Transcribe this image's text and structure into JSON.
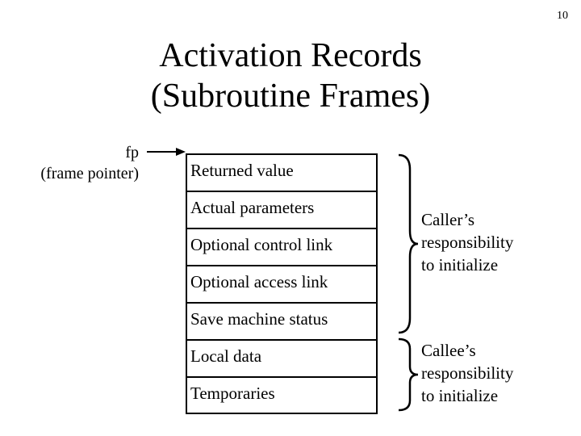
{
  "page_number": "10",
  "title": {
    "line1": "Activation Records",
    "line2": "(Subroutine Frames)"
  },
  "fp_label": {
    "line1": "fp",
    "line2": "(frame pointer)"
  },
  "frame_rows": [
    "Returned value",
    "Actual parameters",
    "Optional control link",
    "Optional access link",
    "Save machine status",
    "Local data",
    "Temporaries"
  ],
  "caller_note": {
    "line1": "Caller’s",
    "line2": "responsibility",
    "line3": "to initialize"
  },
  "callee_note": {
    "line1": "Callee’s",
    "line2": "responsibility",
    "line3": "to initialize"
  }
}
